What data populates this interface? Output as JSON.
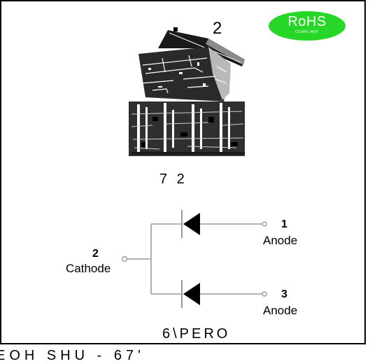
{
  "badge": {
    "text": "RoHS",
    "subtext": "COMPLIANT",
    "color": "#27d627"
  },
  "photo": {
    "label": "2"
  },
  "package_label": "7 2",
  "pins": [
    {
      "number": "1",
      "name": "Anode"
    },
    {
      "number": "2",
      "name": "Cathode"
    },
    {
      "number": "3",
      "name": "Anode"
    }
  ],
  "symbol_label": "6\\PERO",
  "caption": "EOH  SHU  -  67'"
}
